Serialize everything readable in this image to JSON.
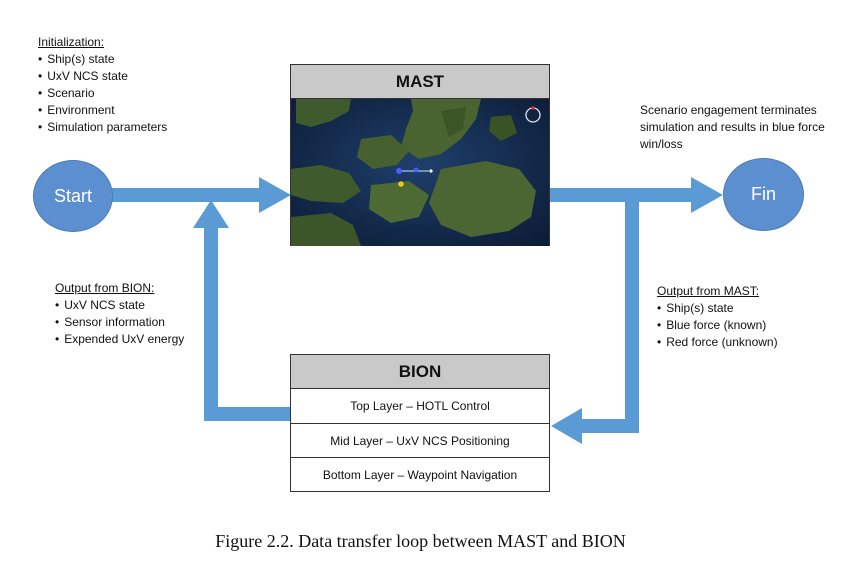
{
  "colors": {
    "arrow": "#5b9bd5",
    "node_fill": "#5b8fd0",
    "title_bar": "#c9c9c9"
  },
  "init": {
    "heading": "Initialization:",
    "items": [
      "Ship(s) state",
      "UxV NCS state",
      "Scenario",
      "Environment",
      "Simulation parameters"
    ]
  },
  "start_label": "Start",
  "fin_label": "Fin",
  "mast": {
    "title": "MAST",
    "map_icon": "satellite-map-icon"
  },
  "terminate_note": [
    "Scenario engagement terminates",
    "simulation and results in blue force",
    "win/loss"
  ],
  "bion_output": {
    "heading": "Output from BION:",
    "items": [
      "UxV NCS state",
      "Sensor information",
      "Expended UxV energy"
    ]
  },
  "mast_output": {
    "heading": "Output from MAST:",
    "items": [
      "Ship(s) state",
      "Blue force (known)",
      "Red force (unknown)"
    ]
  },
  "bion": {
    "title": "BION",
    "layers": [
      "Top Layer – HOTL Control",
      "Mid Layer – UxV NCS Positioning",
      "Bottom Layer – Waypoint Navigation"
    ]
  },
  "caption": "Figure 2.2. Data transfer loop between MAST and BION"
}
